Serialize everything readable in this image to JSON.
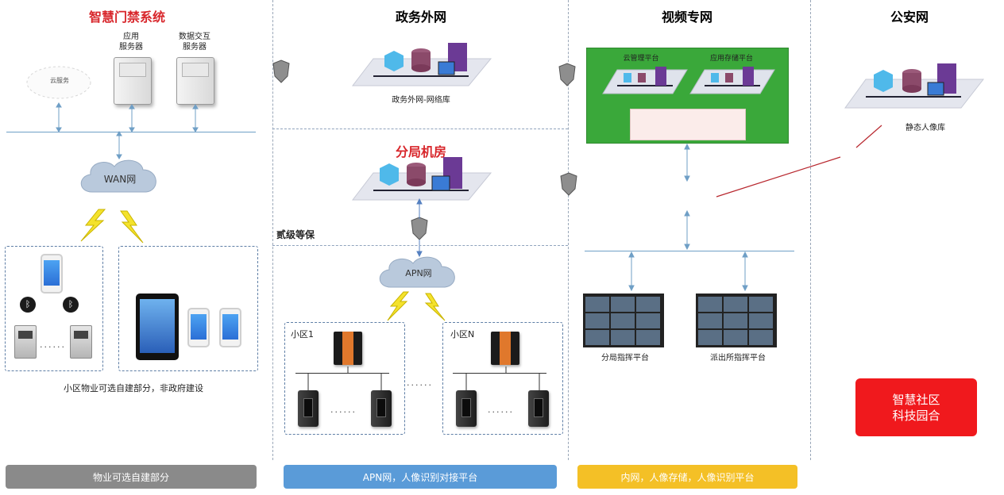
{
  "sections": {
    "access_control": {
      "title": "智慧门禁系统",
      "app_server": "应用\n服务器",
      "data_server": "数据交互\n服务器",
      "cloud_label": "云服务",
      "wan": "WAN网",
      "note": "小区物业可选自建部分，非政府建设"
    },
    "gov_network": {
      "title": "政务外网",
      "caption": "政务外网-网络库"
    },
    "branch_room": {
      "title": "分局机房",
      "security_level": "贰级等保",
      "apn": "APN网"
    },
    "video_network": {
      "title": "视频专网",
      "panel_left": "云管理平台",
      "panel_right": "应用存储平台",
      "platform_left": "分局指挥平台",
      "platform_right": "派出所指挥平台"
    },
    "police_network": {
      "title": "公安网",
      "caption": "静态人像库"
    }
  },
  "communities": {
    "first": "小区1",
    "nth": "小区N",
    "ellipsis": "......"
  },
  "badge": {
    "text": "智慧社区\n科技园合",
    "color": "#f0191d"
  },
  "bottom_bars": [
    {
      "label": "物业可选自建部分",
      "color": "#8a8a8a"
    },
    {
      "label": "APN网，人像识别对接平台",
      "color": "#5a9bd8"
    },
    {
      "label": "内网，人像存储，人像识别平台",
      "color": "#f4c026"
    }
  ],
  "colors": {
    "accent_red": "#d8262b",
    "video_green": "#3aa83a",
    "line_blue": "#6f9fc6"
  },
  "icons": [
    "cloud-icon",
    "server-icon",
    "lightning-icon",
    "phone-icon",
    "tablet-icon",
    "bluetooth-icon",
    "card-reader-icon",
    "shield-icon",
    "database-icon",
    "computer-icon",
    "gateway-icon",
    "access-terminal-icon",
    "video-wall-icon"
  ]
}
